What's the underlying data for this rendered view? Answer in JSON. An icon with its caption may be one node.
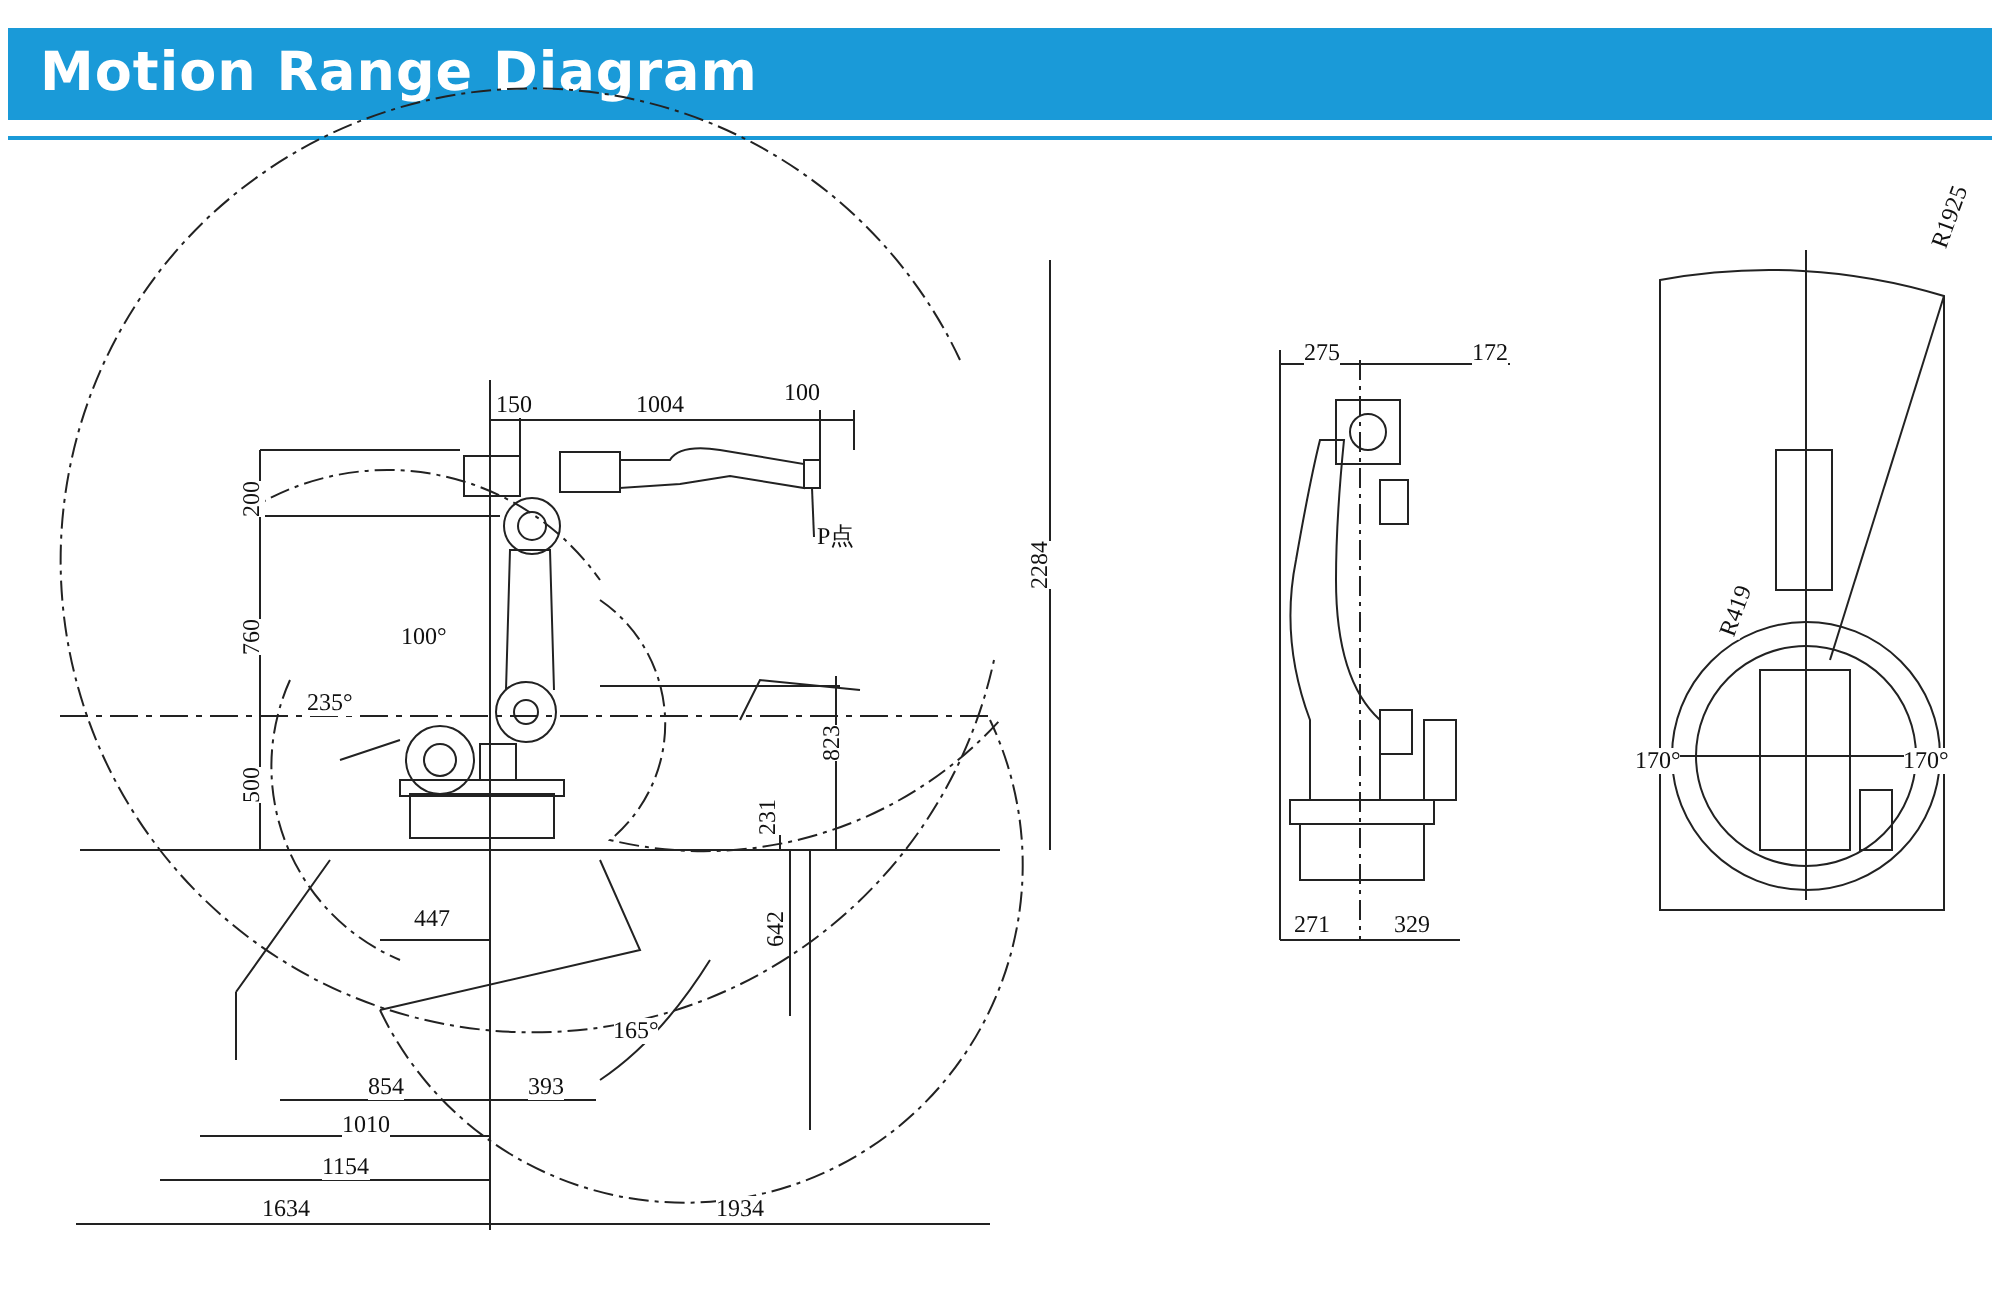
{
  "diagram": {
    "title": "Motion Range Diagram",
    "nodes": [
      {
        "text": [
          "P点"
        ]
      },
      {
        "text": [],
        "shape": "box"
      }
    ],
    "edges": [
      {
        "from": 0,
        "to": 1,
        "arrow": "none"
      }
    ],
    "labels": [
      "150",
      "1004",
      "100",
      "200",
      "760",
      "100°",
      "235°",
      "500",
      "823",
      "231",
      "447",
      "642",
      "165°",
      "854",
      "393",
      "1010",
      "1154",
      "1634",
      "1934",
      "2284",
      "275",
      "172",
      "271",
      "329",
      "R1925",
      "R419",
      "170°",
      "170°"
    ]
  }
}
